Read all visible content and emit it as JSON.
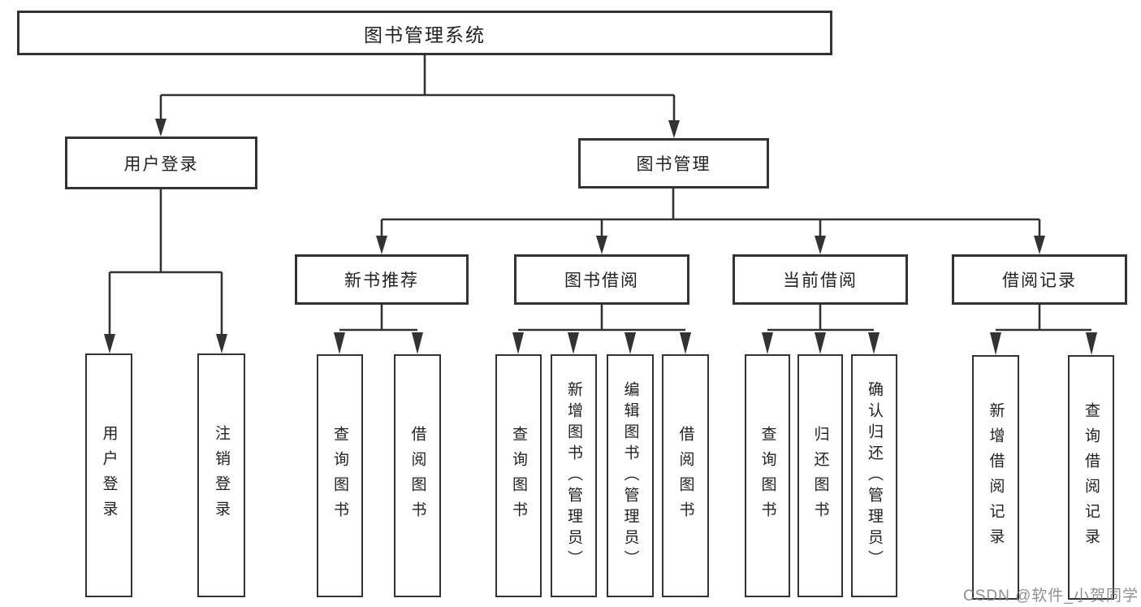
{
  "diagram": {
    "root": {
      "label": "图书管理系统",
      "children": [
        {
          "label": "用户登录",
          "children": [
            {
              "label": "用户登录"
            },
            {
              "label": "注销登录"
            }
          ]
        },
        {
          "label": "图书管理",
          "children": [
            {
              "label": "新书推荐",
              "children": [
                {
                  "label": "查询图书"
                },
                {
                  "label": "借阅图书"
                }
              ]
            },
            {
              "label": "图书借阅",
              "children": [
                {
                  "label": "查询图书"
                },
                {
                  "label": "新增图书（管理员）"
                },
                {
                  "label": "编辑图书（管理员）"
                },
                {
                  "label": "借阅图书"
                }
              ]
            },
            {
              "label": "当前借阅",
              "children": [
                {
                  "label": "查询图书"
                },
                {
                  "label": "归还图书"
                },
                {
                  "label": "确认归还（管理员）"
                }
              ]
            },
            {
              "label": "借阅记录",
              "children": [
                {
                  "label": "新增借阅记录"
                },
                {
                  "label": "查询借阅记录"
                }
              ]
            }
          ]
        }
      ]
    },
    "line_color": "#333333",
    "background_color": "#ffffff"
  },
  "watermark": "CSDN @软件_小贺同学"
}
